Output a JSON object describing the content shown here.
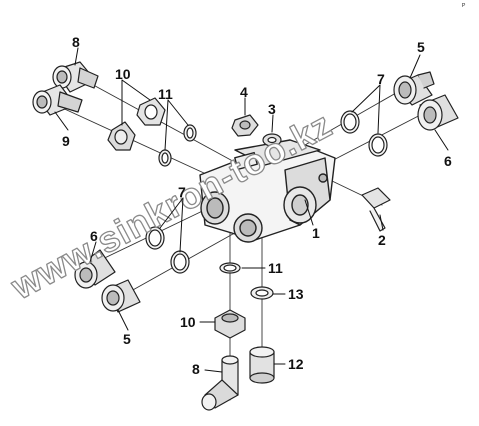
{
  "watermark": "www.sinkron-too.kz",
  "corner_mark": "ᴾ",
  "callouts": {
    "c1": "1",
    "c2": "2",
    "c3": "3",
    "c4": "4",
    "c5a": "5",
    "c5b": "5",
    "c6a": "6",
    "c6b": "6",
    "c7a": "7",
    "c7b": "7",
    "c8a": "8",
    "c8b": "8",
    "c9": "9",
    "c10a": "10",
    "c10b": "10",
    "c11a": "11",
    "c11b": "11",
    "c12": "12",
    "c13": "13"
  },
  "colors": {
    "line": "#222222",
    "fill": "#f4f4f4",
    "shade": "#cfcfcf",
    "watermark_stroke": "#8a8a8a"
  }
}
